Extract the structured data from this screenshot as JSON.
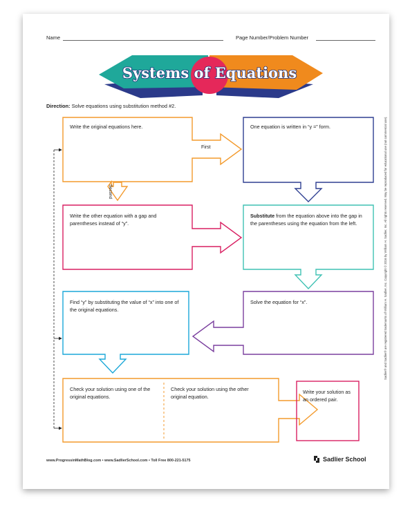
{
  "header": {
    "name_label": "Name",
    "page_label": "Page Number/Problem Number"
  },
  "title": "Systems of Equations",
  "direction": {
    "label": "Direction:",
    "text": "Solve equations using substitution method #2."
  },
  "boxes": {
    "b1": "Write the original equations here.",
    "b2": "One equation is written in “y =” form.",
    "b3": "Write the other equation with a gap and parentheses instead of “y”.",
    "b4_bold": "Substitute",
    "b4_rest": " from the equation above into the gap in the parentheses using the equation from the left.",
    "b5": "Solve the equation for “x”.",
    "b6": "Find “y” by substituting the value of “x” into one of the original equations.",
    "b7a": "Check your solution using one of the original equations.",
    "b7b": "Check your solution using the other original equation.",
    "b8": "Write your solution as an ordered pair."
  },
  "arrow_labels": {
    "first": "First",
    "second": "Second"
  },
  "footer": {
    "text": "www.ProgressinMathBlog.com  •  www.SadlierSchool.com  •  Toll Free 800-221-5175",
    "brand": "Sadlier School"
  },
  "side_note": "Sadlier® and Sadlier® are registered trademarks of William H. Sadlier, Inc. Copyright © 2016 by William H. Sadlier, Inc. All rights reserved.    May be reproduced for educational use (not commercial use).",
  "colors": {
    "orange": "#f39a2c",
    "blue": "#2e3f91",
    "pink": "#d81e61",
    "teal": "#3ec1b3",
    "purple": "#7a3f9e",
    "cyan": "#1aa7d8",
    "title_teal": "#1fa89a",
    "title_orange": "#f08a1d",
    "title_circle": "#e5285a"
  }
}
